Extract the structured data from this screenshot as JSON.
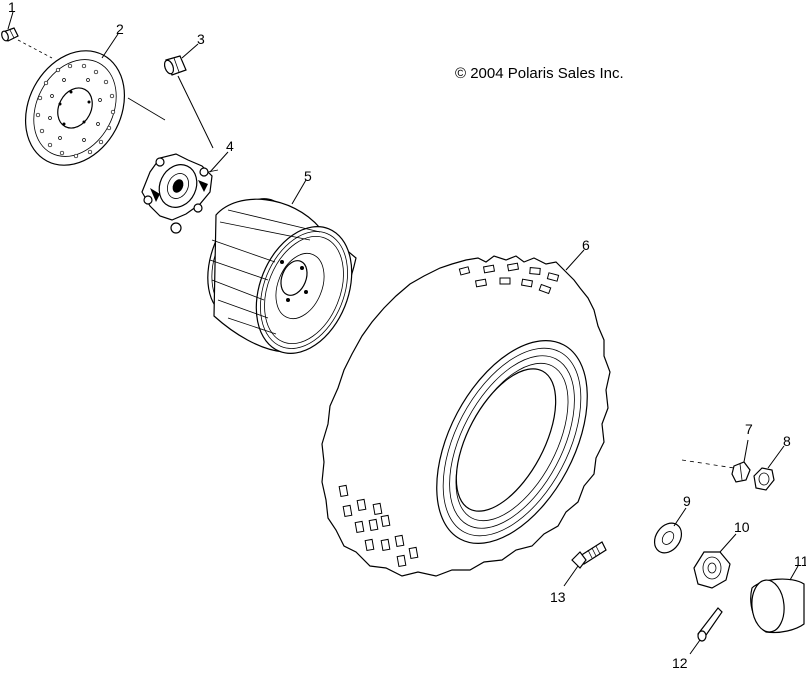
{
  "copyright": "© 2004 Polaris Sales Inc.",
  "callouts": [
    {
      "id": "1",
      "part": "bolt-icon"
    },
    {
      "id": "2",
      "part": "brake-disc-icon"
    },
    {
      "id": "3",
      "part": "stud-icon"
    },
    {
      "id": "4",
      "part": "wheel-hub-icon"
    },
    {
      "id": "5",
      "part": "wheel-rim-icon"
    },
    {
      "id": "6",
      "part": "tire-icon"
    },
    {
      "id": "7",
      "part": "washer-icon"
    },
    {
      "id": "8",
      "part": "nut-icon"
    },
    {
      "id": "9",
      "part": "spacer-washer-icon"
    },
    {
      "id": "10",
      "part": "castle-nut-icon"
    },
    {
      "id": "11",
      "part": "hub-cap-icon"
    },
    {
      "id": "12",
      "part": "cotter-pin-icon"
    },
    {
      "id": "13",
      "part": "wheel-stud-icon"
    }
  ]
}
